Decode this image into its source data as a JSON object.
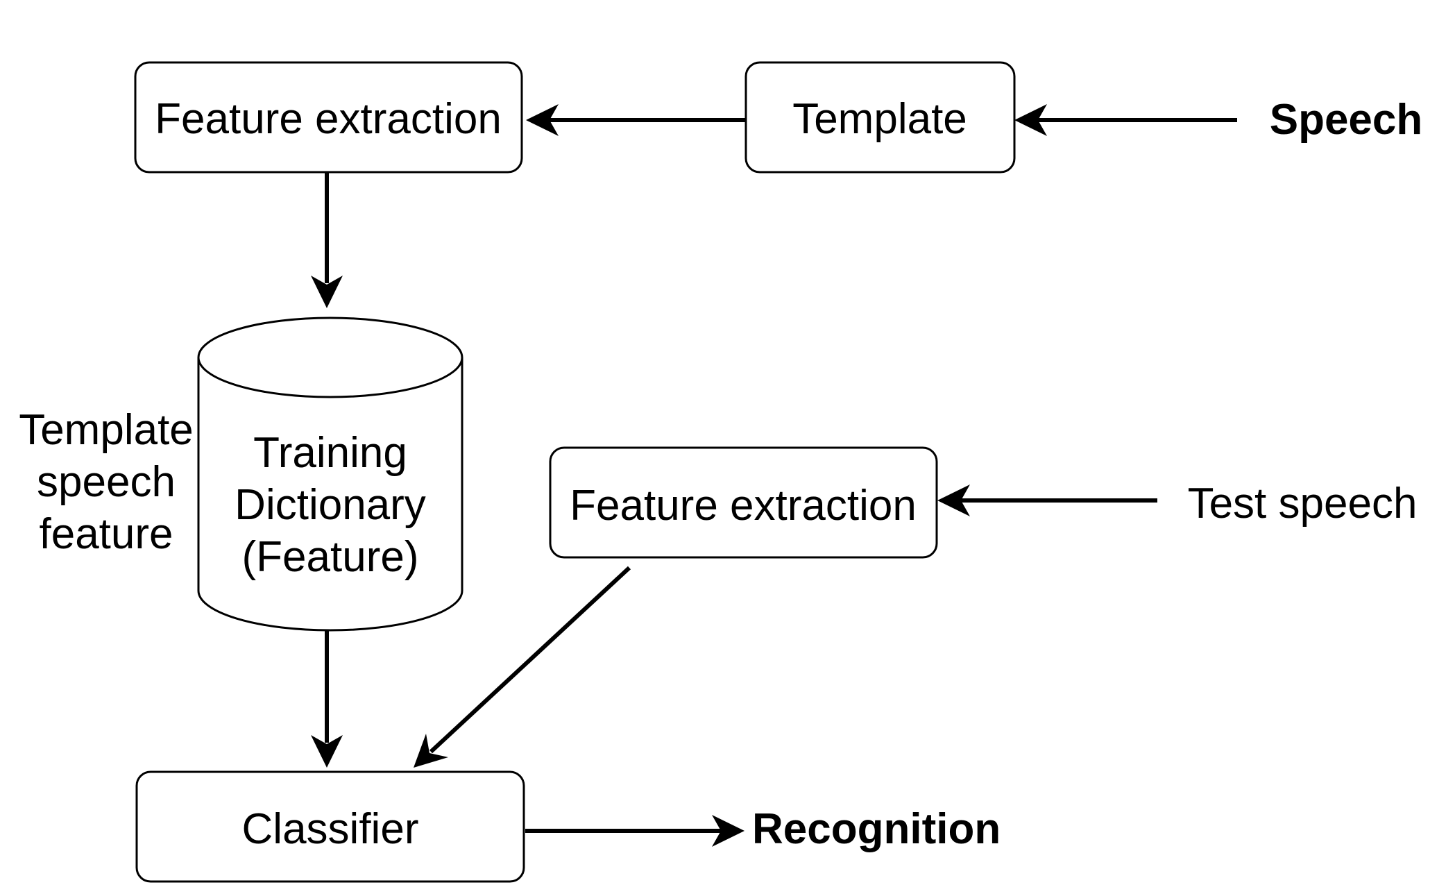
{
  "nodes": {
    "feature_extraction_top": "Feature extraction",
    "template": "Template",
    "speech": "Speech",
    "training_dictionary": [
      "Training",
      "Dictionary",
      "(Feature)"
    ],
    "template_speech_feature": [
      "Template",
      "speech",
      "feature"
    ],
    "feature_extraction_test": "Feature extraction",
    "test_speech": "Test speech",
    "classifier": "Classifier",
    "recognition": "Recognition"
  },
  "colors": {
    "waveform_start": "#3a5fe0",
    "waveform_end": "#3fb0e8",
    "stroke": "#000000"
  },
  "icons": {
    "speech_waveform": "waveform-icon",
    "test_speech_waveform": "waveform-icon"
  }
}
